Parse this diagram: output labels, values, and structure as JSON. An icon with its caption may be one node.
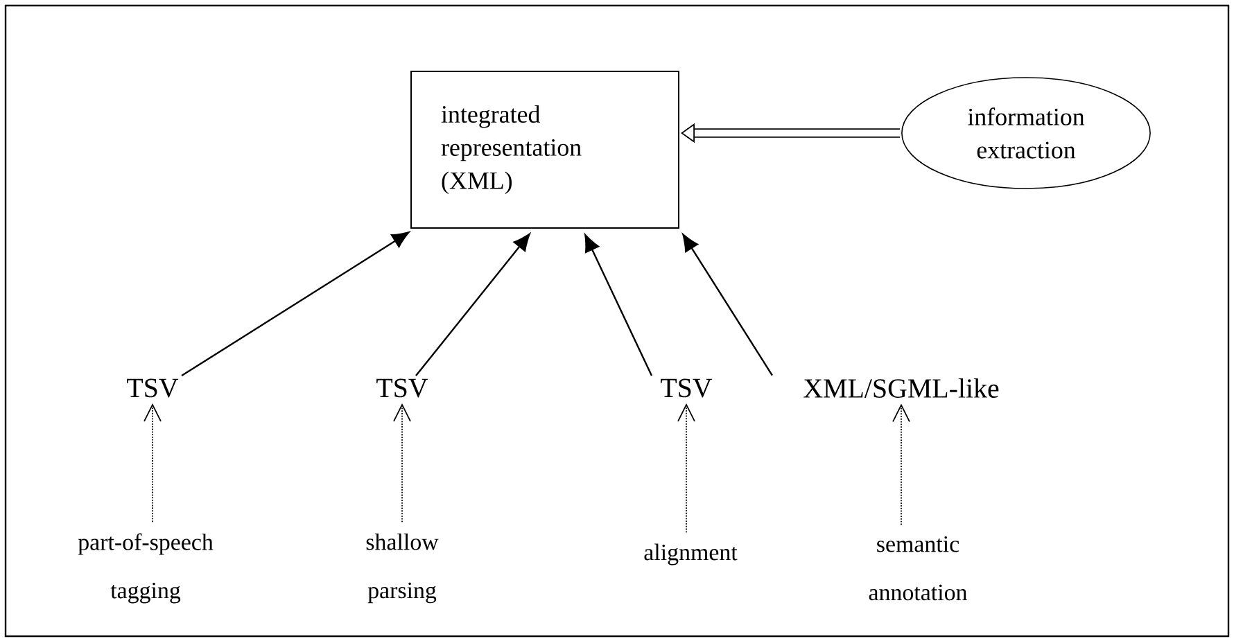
{
  "diagram": {
    "nodes": [
      {
        "text": [
          "integrated representation (XML)"
        ]
      },
      {
        "text": [
          "information extraction"
        ]
      },
      {
        "text": [
          "TSV"
        ]
      },
      {
        "text": [
          "TSV"
        ]
      },
      {
        "text": [
          "TSV"
        ]
      },
      {
        "text": [
          "XML/SGML-like"
        ]
      },
      {
        "text": [
          "part-of-speech tagging"
        ]
      },
      {
        "text": [
          "shallow parsing"
        ]
      },
      {
        "text": [
          "alignment"
        ]
      },
      {
        "text": [
          "semantic annotation"
        ]
      }
    ],
    "edges": [
      {
        "from": 1,
        "to": 0,
        "arrow": "to",
        "style": "thick"
      },
      {
        "from": 2,
        "to": 0,
        "arrow": "to"
      },
      {
        "from": 3,
        "to": 0,
        "arrow": "to"
      },
      {
        "from": 4,
        "to": 0,
        "arrow": "to"
      },
      {
        "from": 5,
        "to": 0,
        "arrow": "to"
      },
      {
        "from": 6,
        "to": 2,
        "arrow": "to",
        "style": "dashed"
      },
      {
        "from": 7,
        "to": 3,
        "arrow": "to",
        "style": "dashed"
      },
      {
        "from": 8,
        "to": 4,
        "arrow": "to",
        "style": "dashed"
      },
      {
        "from": 9,
        "to": 5,
        "arrow": "to",
        "style": "dashed"
      }
    ]
  }
}
